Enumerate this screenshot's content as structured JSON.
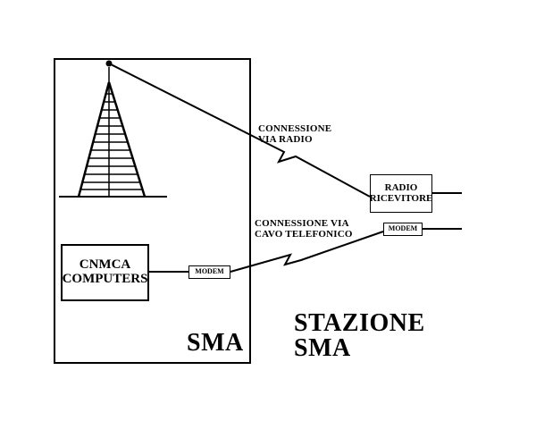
{
  "sma_box_label": "SMA",
  "station_label": {
    "line1": "STAZIONE",
    "line2": "SMA"
  },
  "radio_connection": {
    "line1": "CONNESSIONE",
    "line2": "VIA RADIO"
  },
  "phone_connection": {
    "line1": "CONNESSIONE VIA",
    "line2": "CAVO TELEFONICO"
  },
  "computers_box": {
    "line1": "CNMCA",
    "line2": "COMPUTERS"
  },
  "modem_left": "MODEM",
  "modem_right": "MODEM",
  "radio_receiver": {
    "line1": "RADIO",
    "line2": "RICEVITORE"
  }
}
